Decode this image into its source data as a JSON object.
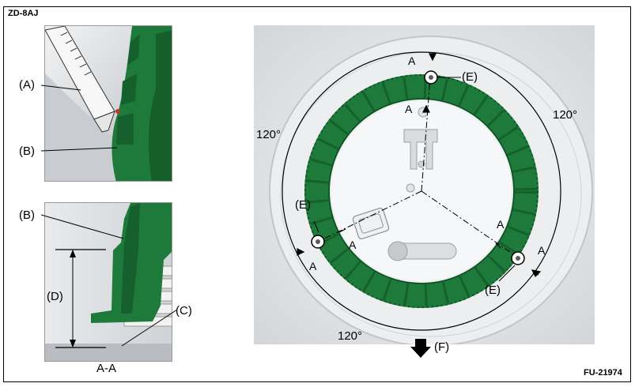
{
  "header": {
    "code": "ZD-8AJ",
    "figure_id": "FU-21974"
  },
  "detail_top": {
    "label_a": "(A)",
    "label_b": "(B)"
  },
  "detail_section": {
    "label_b": "(B)",
    "label_c": "(C)",
    "label_d": "(D)",
    "caption": "A-A"
  },
  "main_view": {
    "angle_top_left": "120°",
    "angle_right": "120°",
    "angle_bottom": "120°",
    "marker_a": "A",
    "marker_e": "(E)",
    "direction_label": "(F)"
  },
  "colors": {
    "ring_green": "#1e7a3a",
    "ring_dark": "#0f4d22",
    "bg_gray": "#e4e6e8"
  }
}
